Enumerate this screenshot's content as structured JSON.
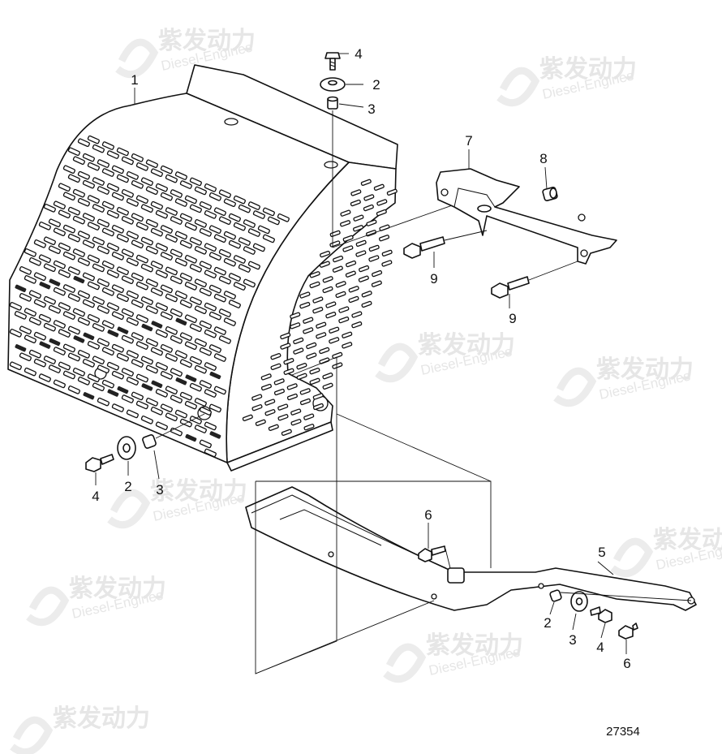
{
  "drawing": {
    "part_number": "27354",
    "watermark": {
      "brand_cn": "紫发动力",
      "brand_en": "Diesel-Engines"
    }
  },
  "callouts": [
    {
      "id": "c1",
      "label": "1"
    },
    {
      "id": "c4a",
      "label": "4"
    },
    {
      "id": "c2a",
      "label": "2"
    },
    {
      "id": "c3a",
      "label": "3"
    },
    {
      "id": "c7",
      "label": "7"
    },
    {
      "id": "c8",
      "label": "8"
    },
    {
      "id": "c9a",
      "label": "9"
    },
    {
      "id": "c9b",
      "label": "9"
    },
    {
      "id": "c4b",
      "label": "4"
    },
    {
      "id": "c2b",
      "label": "2"
    },
    {
      "id": "c3b",
      "label": "3"
    },
    {
      "id": "c6a",
      "label": "6"
    },
    {
      "id": "c5",
      "label": "5"
    },
    {
      "id": "c2c",
      "label": "2"
    },
    {
      "id": "c3c",
      "label": "3"
    },
    {
      "id": "c4c",
      "label": "4"
    },
    {
      "id": "c6b",
      "label": "6"
    }
  ],
  "colors": {
    "line": "#111111",
    "watermark": "#e6e6e6",
    "background": "#ffffff"
  }
}
